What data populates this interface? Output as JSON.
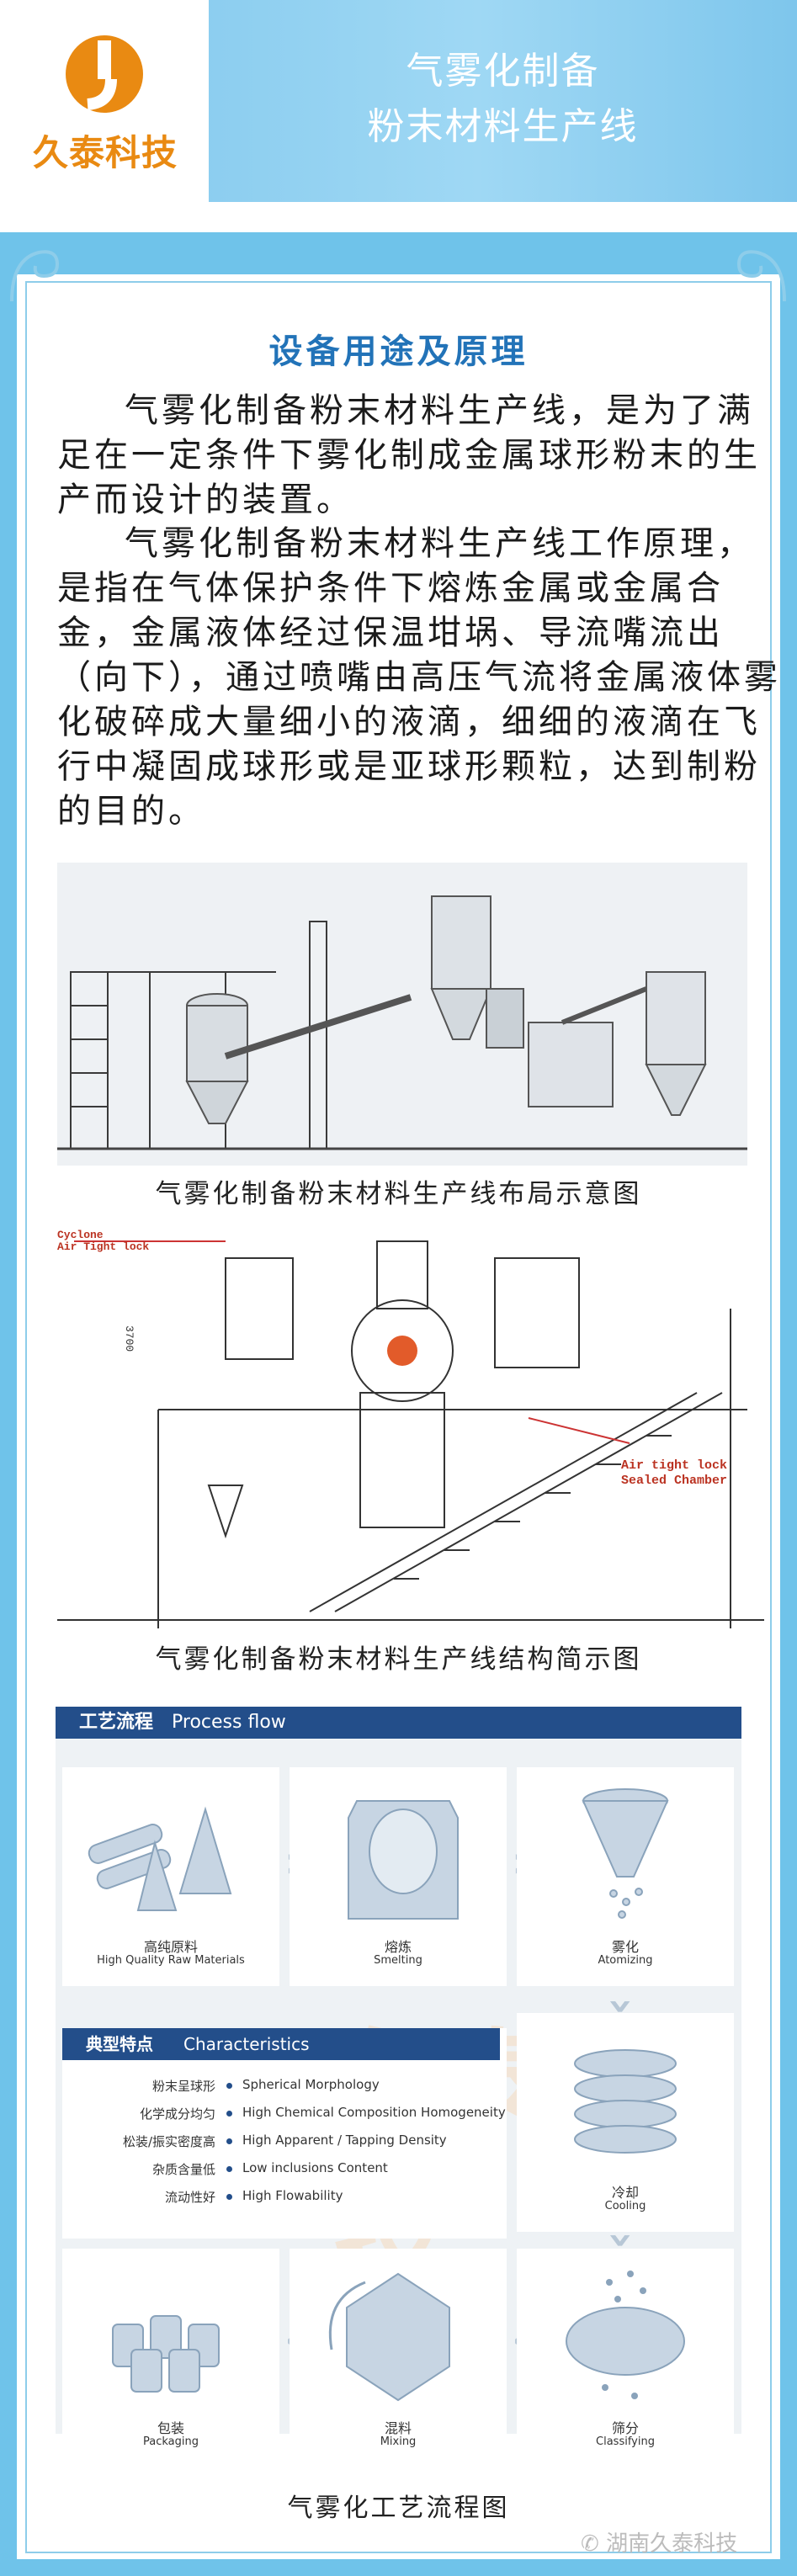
{
  "brand": {
    "name": "久泰科技"
  },
  "header": {
    "title_line1": "气雾化制备",
    "title_line2": "粉末材料生产线"
  },
  "section": {
    "title": "设备用途及原理",
    "para1": "气雾化制备粉末材料生产线，是为了满足在一定条件下雾化制成金属球形粉末的生产而设计的装置。",
    "para2": "气雾化制备粉末材料生产线工作原理，是指在气体保护条件下熔炼金属或金属合金，金属液体经过保温坩埚、导流嘴流出（向下），通过喷嘴由高压气流将金属液体雾化破碎成大量细小的液滴，细细的液滴在飞行中凝固成球形或是亚球形颗粒，达到制粉的目的。"
  },
  "figure1": {
    "caption": "气雾化制备粉末材料生产线布局示意图"
  },
  "figure2": {
    "caption": "气雾化制备粉末材料生产线结构简示图",
    "label_cyclone": "Cyclone",
    "label_airlock": "Air Tight lock",
    "label_dim": "3700",
    "label_air_tight": "Air tight lock",
    "label_sealed": "Sealed Chamber"
  },
  "process": {
    "header_cn": "工艺流程",
    "header_en": "Process flow",
    "steps": [
      {
        "cn": "高纯原料",
        "en": "High Quality Raw Materials"
      },
      {
        "cn": "熔炼",
        "en": "Smelting"
      },
      {
        "cn": "雾化",
        "en": "Atomizing"
      },
      {
        "cn": "冷却",
        "en": "Cooling"
      },
      {
        "cn": "筛分",
        "en": "Classifying"
      },
      {
        "cn": "混料",
        "en": "Mixing"
      },
      {
        "cn": "包装",
        "en": "Packaging"
      }
    ],
    "characteristics": {
      "header_cn": "典型特点",
      "header_en": "Characteristics",
      "items": [
        {
          "cn": "粉末呈球形",
          "en": "Spherical Morphology"
        },
        {
          "cn": "化学成分均匀",
          "en": "High Chemical Composition Homogeneity"
        },
        {
          "cn": "松装/振实密度高",
          "en": "High Apparent / Tapping Density"
        },
        {
          "cn": "杂质含量低",
          "en": "Low inclusions Content"
        },
        {
          "cn": "流动性好",
          "en": "High Flowability"
        }
      ]
    },
    "watermark": "久泰科技"
  },
  "figure3": {
    "caption": "气雾化工艺流程图"
  },
  "credit": "湖南久泰科技",
  "colors": {
    "header_bg": "#7ec6ec",
    "accent": "#2273b8",
    "logo_orange": "#e98a12",
    "process_blue": "#234e8a"
  }
}
